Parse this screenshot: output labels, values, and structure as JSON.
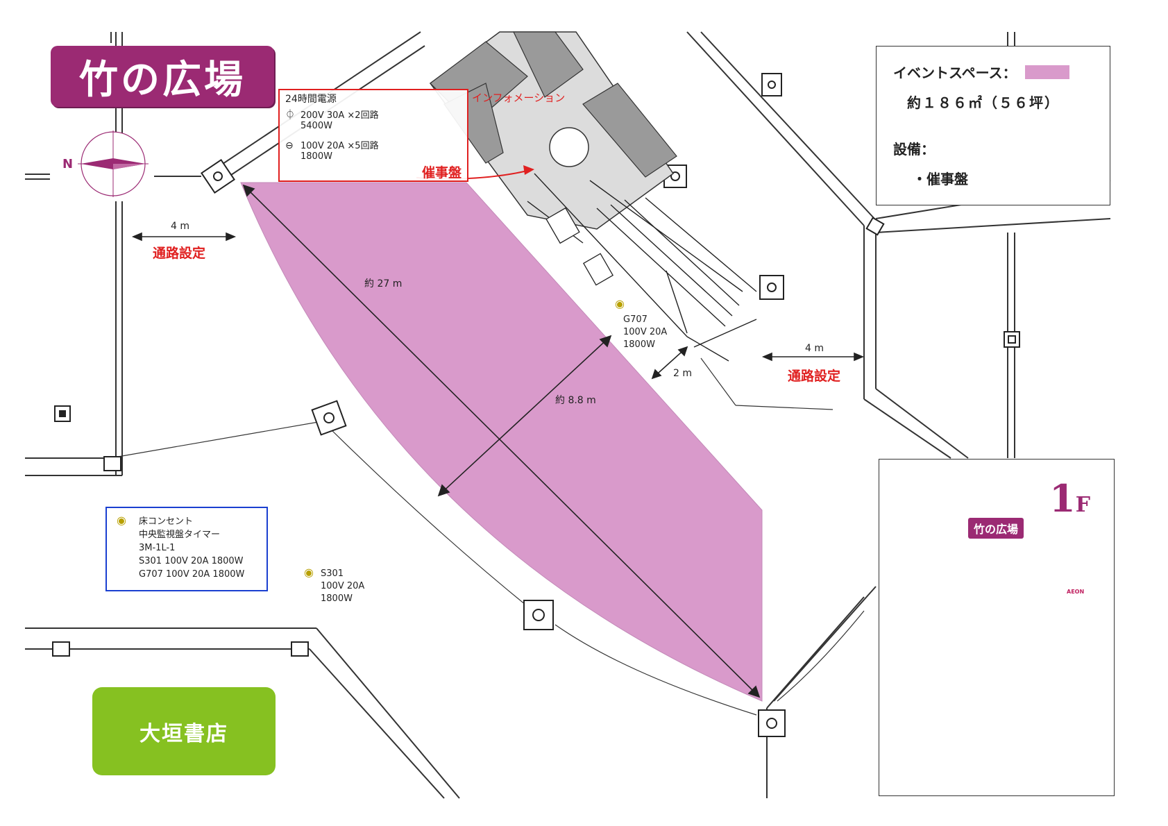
{
  "title": "竹の広場",
  "compass": {
    "label": "N"
  },
  "power_box": {
    "title": "24時間電源",
    "rows": [
      {
        "symbol": "⏀",
        "spec": "200V  30A    ×2回路",
        "watt": "5400W"
      },
      {
        "symbol": "⊖",
        "spec": "100V  20A    ×5回路",
        "watt": "1800W"
      }
    ]
  },
  "information_label": "インフォメーション",
  "saiji_label": "催事盤",
  "legend": {
    "event_space_label": "イベントスペース：",
    "event_space_color": "#d99acb",
    "area": "約１８６㎡（５６坪）",
    "equipment_label": "設備：",
    "equipment_item": "・催事盤"
  },
  "dimensions": {
    "walkway_left_width": "4 m",
    "walkway_left_label": "通路設定",
    "walkway_right_width": "4 m",
    "walkway_right_label": "通路設定",
    "long_axis": "約 27 m",
    "short_axis": "約 8.8 m",
    "gap": "2 m"
  },
  "outlets": {
    "g707": {
      "name": "G707",
      "spec": "100V  20A",
      "watt": "1800W"
    },
    "s301": {
      "name": "S301",
      "spec": "100V  20A",
      "watt": "1800W"
    }
  },
  "outlet_box": {
    "line1": "床コンセント",
    "line2": "中央監視盤タイマー",
    "line3": "3M-1L-1",
    "line4": "S301  100V  20A  1800W",
    "line5": "G707  100V  20A  1800W"
  },
  "store_button": "大垣書店",
  "inset": {
    "floor_number": "1",
    "floor_suffix": "F",
    "location_tag": "竹の広場",
    "aeon_label": "AEON"
  },
  "colors": {
    "event_space": "#d99acb",
    "brand_purple": "#9b2a73",
    "store_green": "#86c121",
    "warning_red": "#e02020",
    "outlet_blue": "#1a3fd0"
  }
}
